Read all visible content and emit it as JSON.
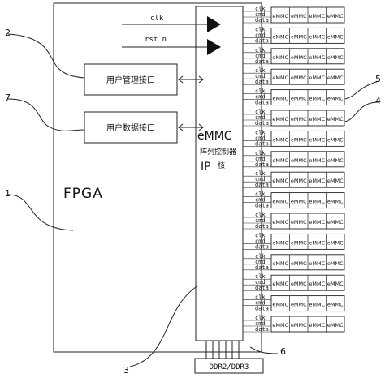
{
  "fpga": {
    "label": "FPGA"
  },
  "signals": {
    "clk": "clk",
    "rst": "rst n"
  },
  "user_mgmt_interface": "用户管理接口",
  "user_data_interface": "用户数据接口",
  "ip_core": {
    "line1": "eMMC",
    "line2": "阵列控制器",
    "line3": "IP",
    "line4": "核"
  },
  "ddr": "DDR2/DDR3",
  "bus_signals": [
    "clk",
    "cmd",
    "data"
  ],
  "emmc_chip_label": "eMMC",
  "emmc_array": {
    "rows": 16,
    "chips_per_row": 4
  },
  "callouts": [
    "1",
    "2",
    "3",
    "4",
    "5",
    "6",
    "7"
  ]
}
